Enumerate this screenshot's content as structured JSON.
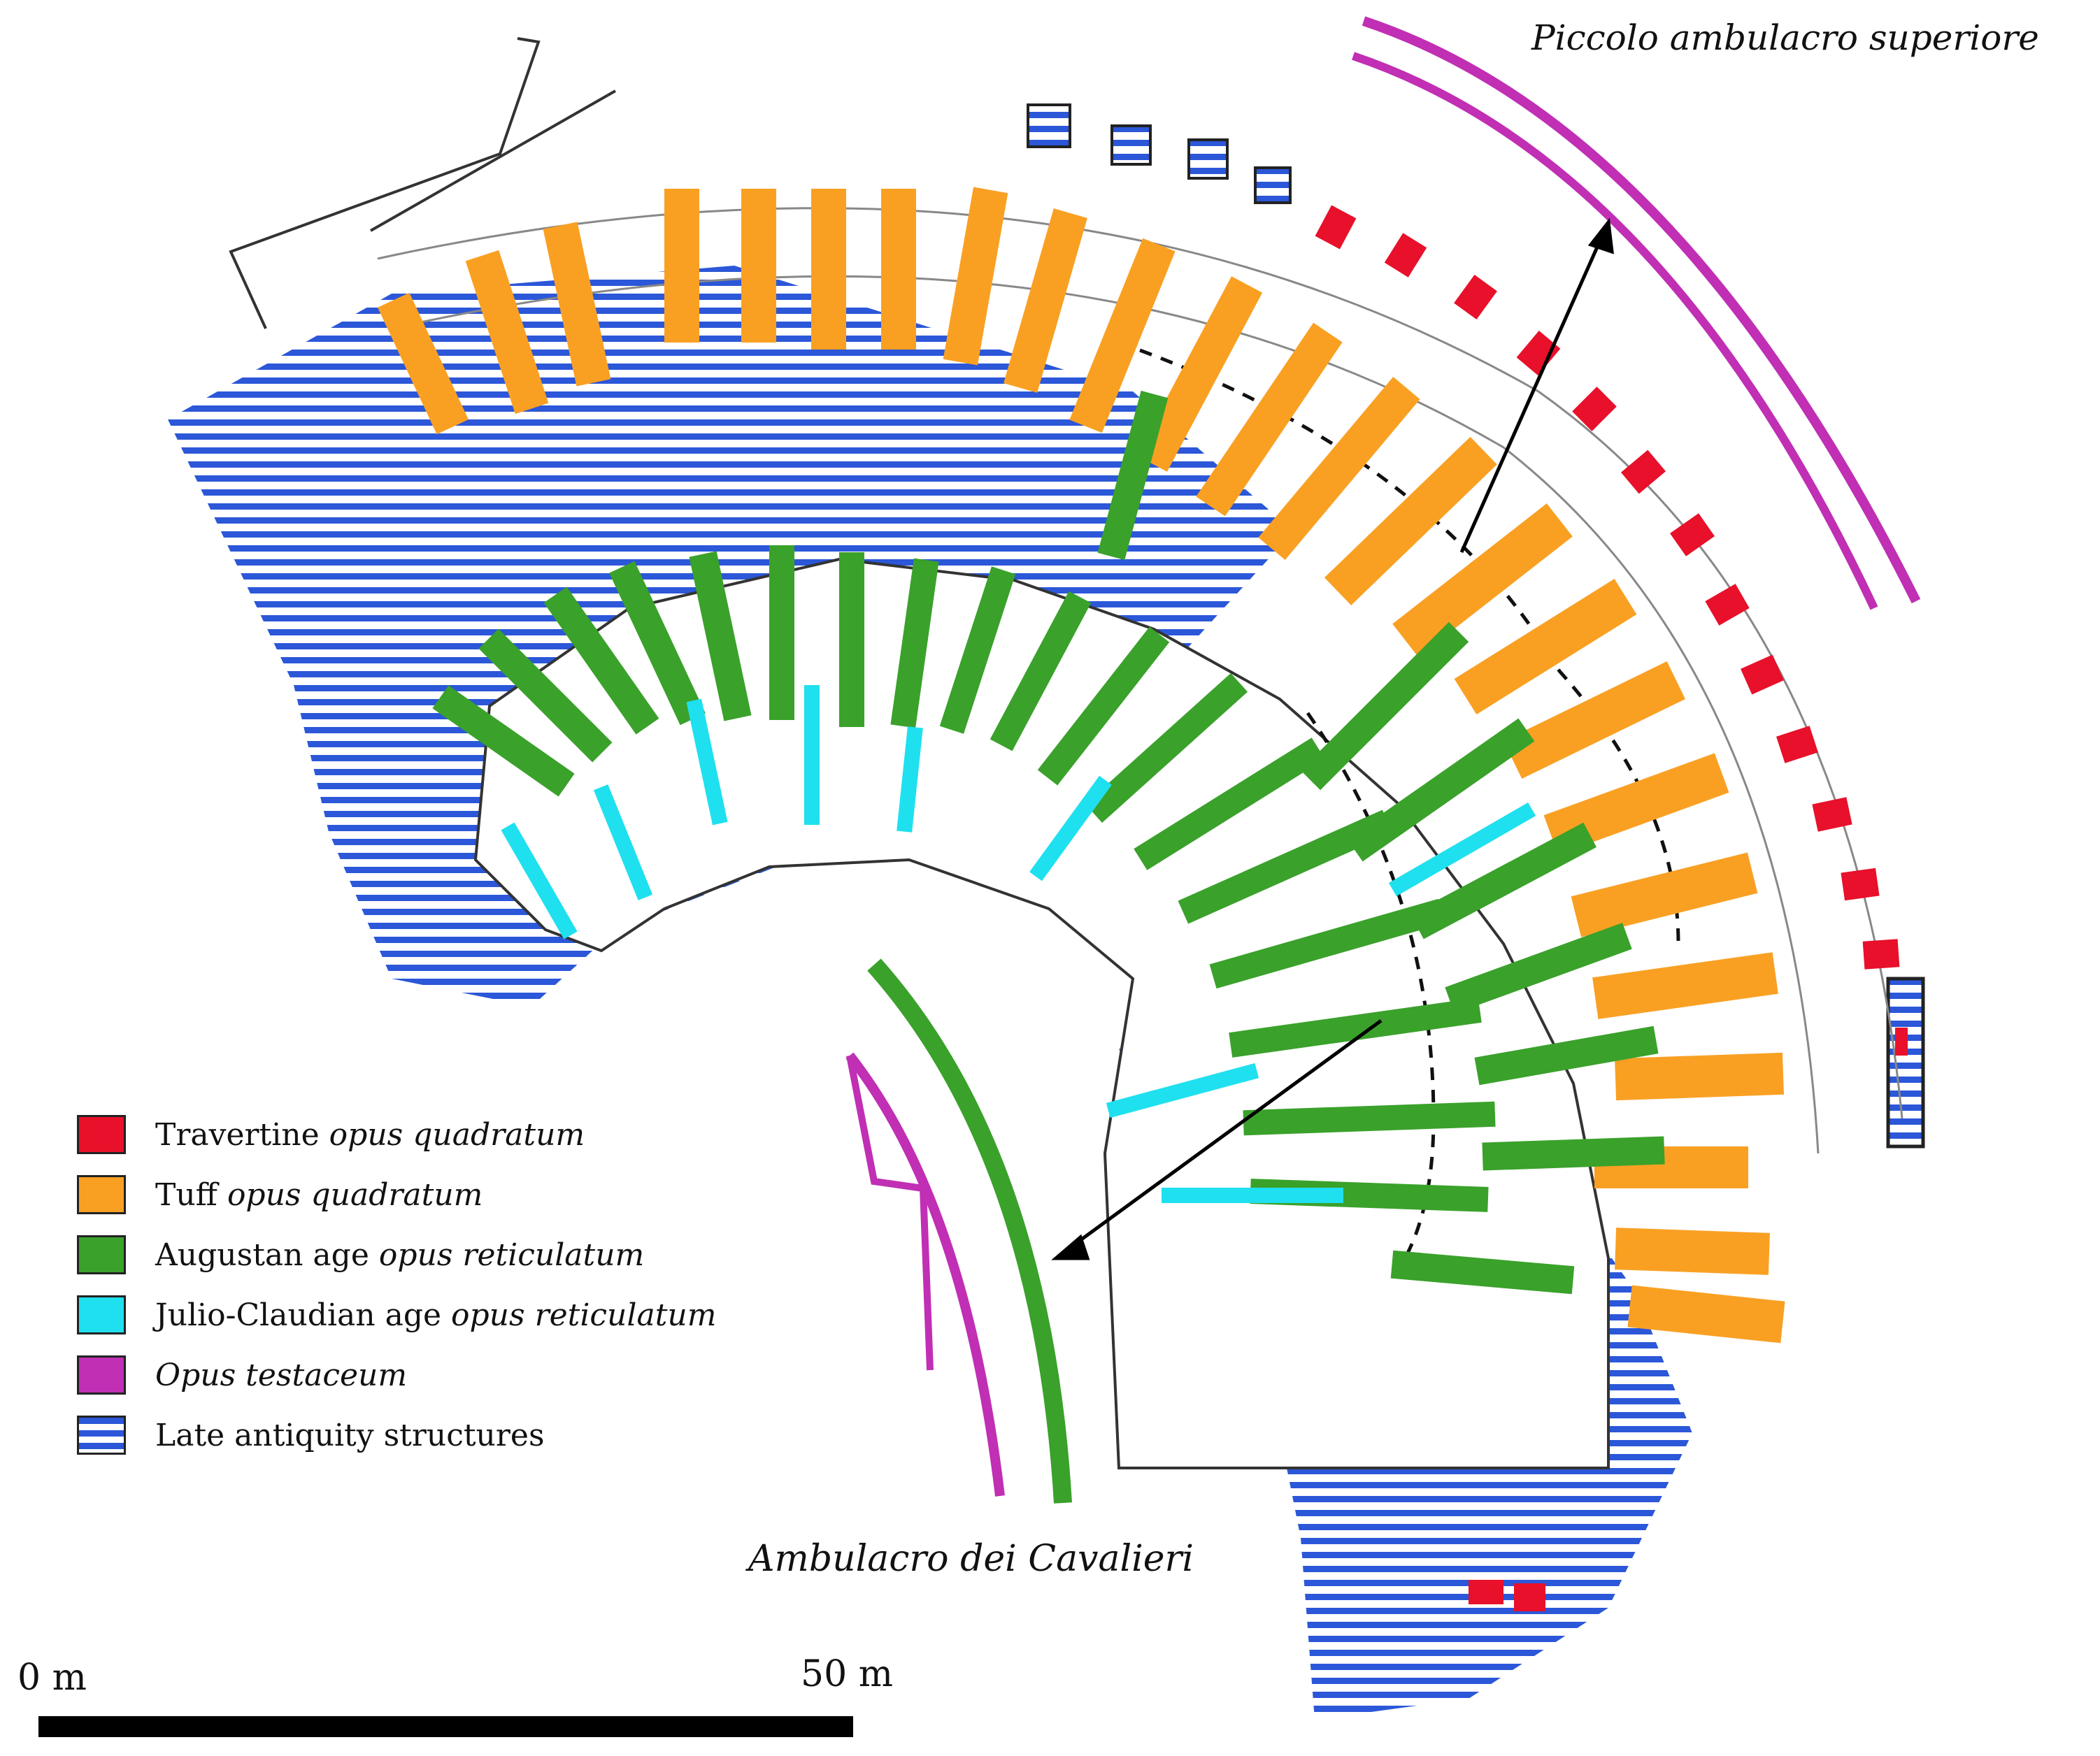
{
  "title_labels": {
    "piccolo": "Piccolo ambulacro superiore",
    "cavalieri": "Ambulacro dei Cavalieri"
  },
  "legend": [
    {
      "name": "Travertine ",
      "em": "opus quadratum",
      "color": "#e8102a",
      "pattern": "solid"
    },
    {
      "name": "Tuff ",
      "em": "opus quadratum",
      "color": "#f9a023",
      "pattern": "solid"
    },
    {
      "name": "Augustan age ",
      "em": "opus reticulatum",
      "color": "#3aa12b",
      "pattern": "solid"
    },
    {
      "name": "Julio-Claudian age ",
      "em": "opus reticulatum",
      "color": "#1fe0ef",
      "pattern": "solid"
    },
    {
      "name": "",
      "em": "Opus testaceum",
      "color": "#c02fb4",
      "pattern": "solid"
    },
    {
      "name": "Late antiquity structures",
      "em": "",
      "color": "#2b57d8",
      "pattern": "hatch"
    }
  ],
  "scale": {
    "start_label": "0 m",
    "end_label": "50 m"
  },
  "colors": {
    "travertine": "#e8102a",
    "tuff": "#f9a023",
    "augustan": "#3aa12b",
    "julio": "#1fe0ef",
    "testaceum": "#c02fb4",
    "late": "#2b57d8",
    "outline": "#222222"
  }
}
